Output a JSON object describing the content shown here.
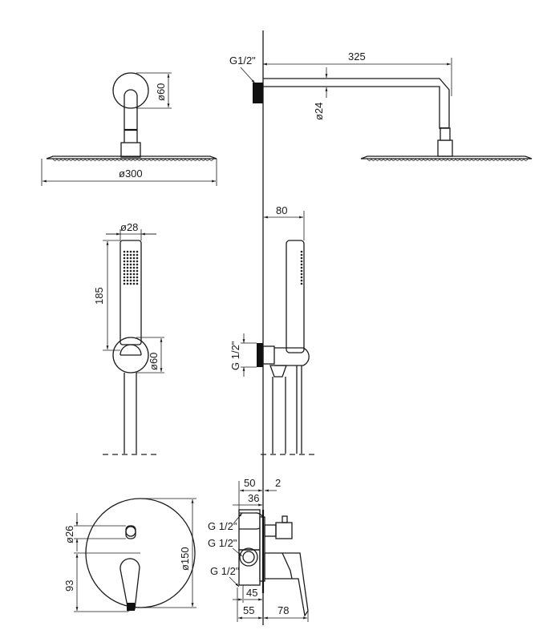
{
  "title": "Concealed shower set dimensional drawing",
  "dimensions": {
    "overhead_arm_thread": "G1/2\"",
    "arm_length": "325",
    "rosette_diameter_top": "ø60",
    "arm_diameter": "ø24",
    "head_diameter": "ø300",
    "holder_projection": "80",
    "hand_shower_diameter": "ø28",
    "hand_shower_length": "185",
    "holder_diameter": "ø60",
    "holder_thread": "G 1/2\"",
    "body_depth": "50",
    "plaster_gap": "2",
    "body_inner": "36",
    "mixer_thread_1": "G 1/2\"",
    "mixer_thread_2": "G 1/2\"",
    "mixer_thread_3": "G 1/2\"",
    "knob_diameter": "ø26",
    "plate_diameter": "ø150",
    "lever_offset": "93",
    "mixer_depth_45": "45",
    "mixer_depth_55": "55",
    "lever_projection": "78"
  }
}
